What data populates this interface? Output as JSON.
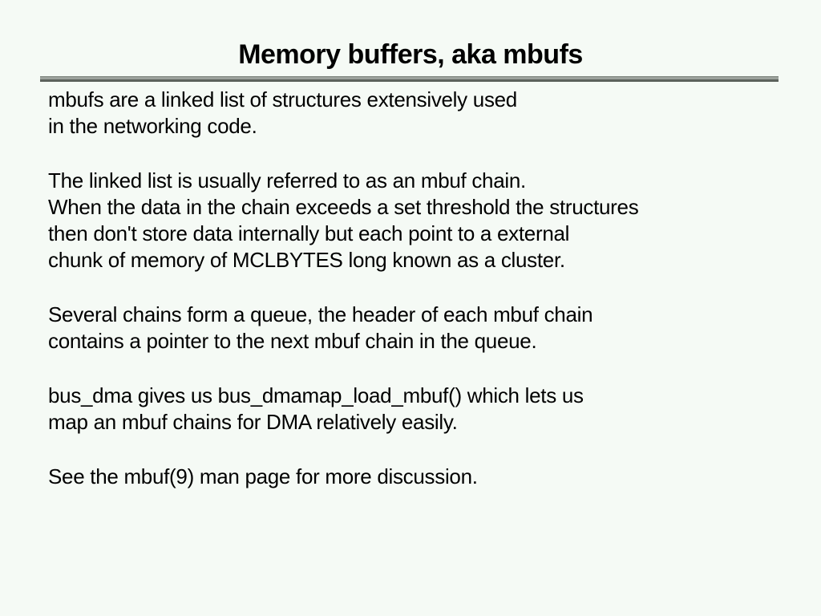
{
  "slide": {
    "title": "Memory buffers, aka mbufs",
    "paragraphs": [
      {
        "lines": [
          "mbufs are a linked list of structures extensively used",
          "in the networking code."
        ]
      },
      {
        "lines": [
          "The linked list is usually referred to as an mbuf chain.",
          "When the data in the chain exceeds a set threshold the structures",
          "then don't store data internally but each point to a external",
          "chunk of memory of MCLBYTES long known as a cluster."
        ]
      },
      {
        "lines": [
          "Several chains form a queue, the header of each mbuf chain",
          "contains a pointer to the next mbuf chain in the queue."
        ]
      },
      {
        "lines": [
          "bus_dma gives us bus_dmamap_load_mbuf() which lets us",
          "map an mbuf chains for DMA relatively easily."
        ]
      },
      {
        "lines": [
          "See the mbuf(9) man page for more discussion."
        ]
      }
    ],
    "colors": {
      "background": "#f5faf5",
      "text": "#000000",
      "rule_light": "#9ca29c",
      "rule_dark": "#5c625c"
    }
  }
}
